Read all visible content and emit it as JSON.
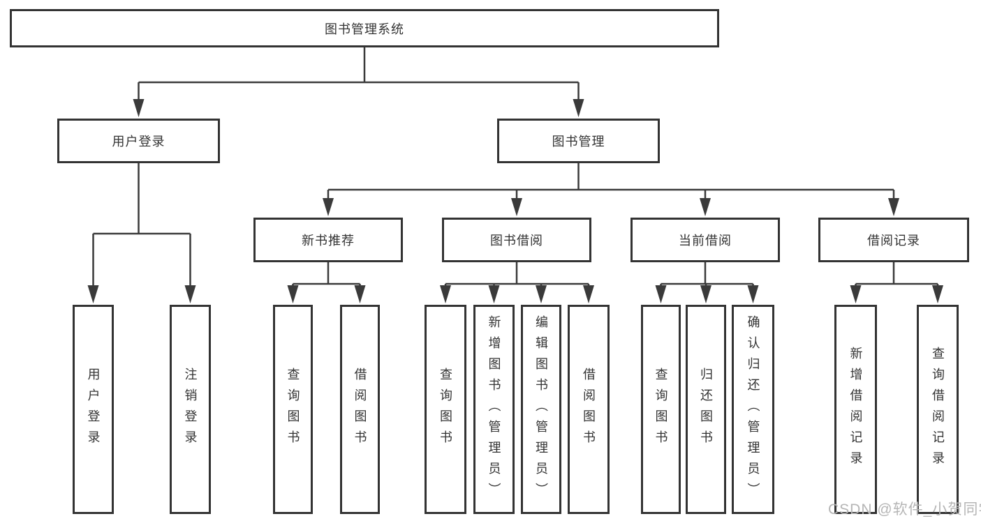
{
  "diagram": {
    "root": "图书管理系统",
    "branches": [
      {
        "label": "用户登录",
        "children": [
          "用户登录",
          "注销登录"
        ]
      },
      {
        "label": "图书管理",
        "groups": [
          {
            "label": "新书推荐",
            "children": [
              "查询图书",
              "借阅图书"
            ]
          },
          {
            "label": "图书借阅",
            "children": [
              "查询图书",
              "新增图书（管理员）",
              "编辑图书（管理员）",
              "借阅图书"
            ]
          },
          {
            "label": "当前借阅",
            "children": [
              "查询图书",
              "归还图书",
              "确认归还（管理员）"
            ]
          },
          {
            "label": "借阅记录",
            "children": [
              "新增借阅记录",
              "查询借阅记录"
            ]
          }
        ]
      }
    ]
  },
  "watermark": "CSDN @软件_小贺同学",
  "colors": {
    "line": "#3a3a3a",
    "border": "#333333",
    "text": "#333333",
    "watermark": "#b5b5b5",
    "background": "#ffffff"
  }
}
